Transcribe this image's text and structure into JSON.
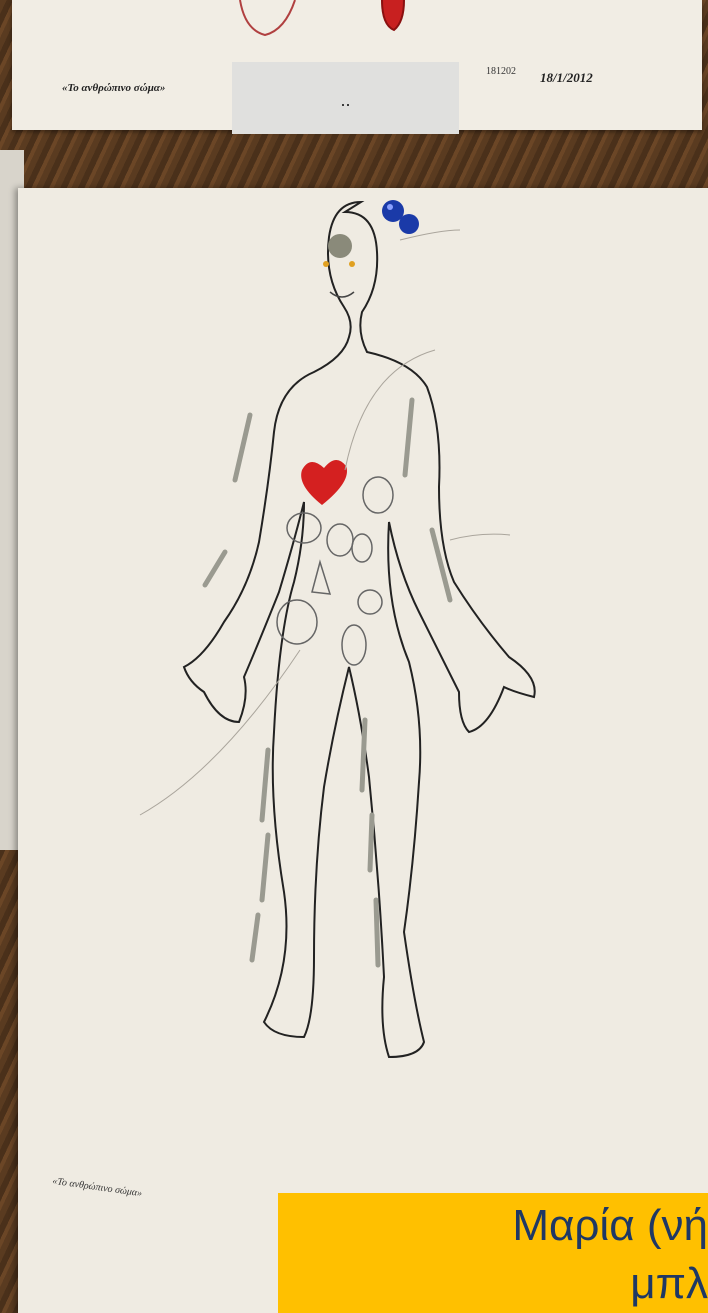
{
  "top_sheet": {
    "title": "«Το ανθρώπινο σώμα»",
    "code": "181202",
    "date": "18/1/2012",
    "redaction_text": ".."
  },
  "main_sheet": {
    "footer_title": "«Το ανθρώπινο σώμα»"
  },
  "caption": {
    "line1": "Μαρία (νή",
    "line2": "μπλ",
    "background": "#ffc000",
    "text_color": "#1f3864"
  },
  "colors": {
    "heart": "#d42020",
    "pin": "#1a3aa8",
    "cork": "#5a3b20",
    "paper": "#efebe2"
  }
}
